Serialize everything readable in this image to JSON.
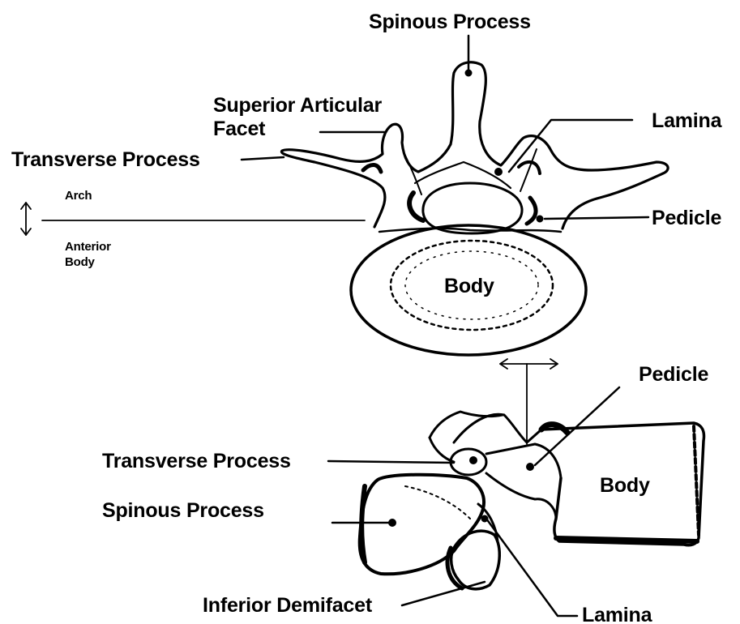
{
  "superior_view": {
    "spinous_process": "Spinous Process",
    "superior_articular_facet_line1": "Superior Articular",
    "superior_articular_facet_line2": "Facet",
    "lamina": "Lamina",
    "transverse_process": "Transverse Process",
    "pedicle": "Pedicle",
    "body": "Body",
    "arch": "Arch",
    "anterior_body_line1": "Anterior",
    "anterior_body_line2": "Body"
  },
  "lateral_view": {
    "pedicle": "Pedicle",
    "transverse_process": "Transverse Process",
    "spinous_process": "Spinous Process",
    "body": "Body",
    "inferior_demifacet": "Inferior Demifacet",
    "lamina": "Lamina"
  },
  "colors": {
    "ink": "#000000",
    "paper": "#ffffff"
  }
}
